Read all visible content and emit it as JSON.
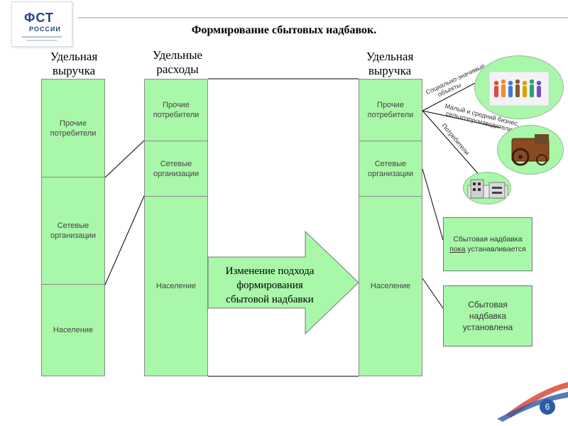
{
  "logo": {
    "line1": "ФСТ",
    "line2": "РОССИИ"
  },
  "title": "Формирование сбытовых надбавок.",
  "col1": {
    "header": [
      "Удельная",
      "выручка"
    ],
    "blocks": [
      "Прочие потребители",
      "Сетевые организации",
      "Население"
    ]
  },
  "col2": {
    "header": [
      "Удельные",
      "расходы"
    ],
    "blocks": [
      "Прочие потребители",
      "Сетевые организации",
      "Население"
    ]
  },
  "col3": {
    "header": [
      "Удельная",
      "выручка"
    ],
    "blocks": [
      "Прочие потребители",
      "Сетевые организации",
      "Население"
    ]
  },
  "arrow": {
    "lines": [
      "Изменение подхода",
      "формирования",
      "сбытовой надбавки"
    ]
  },
  "branches": {
    "b1": [
      "Социально-значимые",
      "объекты"
    ],
    "b2": [
      "Малый и средний бизнес,",
      "сельхозпроизводители"
    ],
    "b3": [
      "Потребители"
    ]
  },
  "notes": {
    "pending": {
      "before": "Сбытовая надбавка ",
      "underlined": "пока",
      "after": " устанавливается"
    },
    "set": "Сбытовая надбавка установлена"
  },
  "page_number": "6",
  "colors": {
    "green": "#a9f7a9",
    "border": "#8a8a8a",
    "brand": "#25457f"
  }
}
